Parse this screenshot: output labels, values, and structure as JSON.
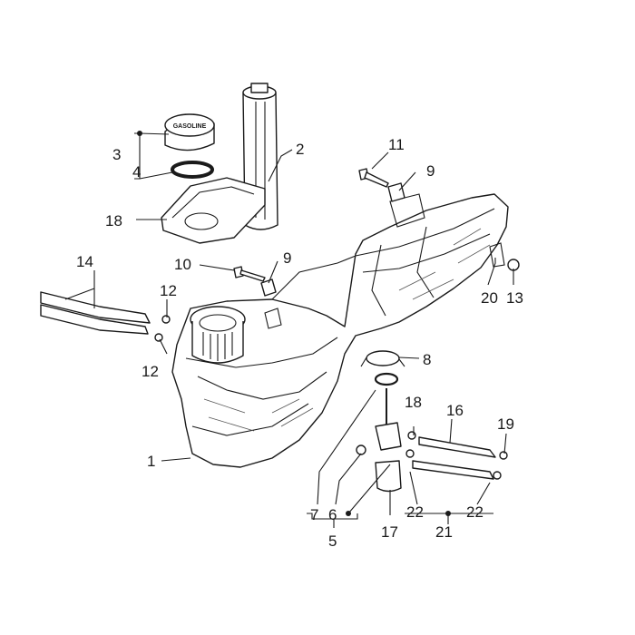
{
  "cap_text": "GASOLINE",
  "callouts": [
    {
      "id": "c1",
      "label": "1"
    },
    {
      "id": "c2",
      "label": "2"
    },
    {
      "id": "c3",
      "label": "3"
    },
    {
      "id": "c4",
      "label": "4"
    },
    {
      "id": "c5",
      "label": "5"
    },
    {
      "id": "c6",
      "label": "6"
    },
    {
      "id": "c7",
      "label": "7"
    },
    {
      "id": "c8",
      "label": "8"
    },
    {
      "id": "c9a",
      "label": "9"
    },
    {
      "id": "c9b",
      "label": "9"
    },
    {
      "id": "c10",
      "label": "10"
    },
    {
      "id": "c11",
      "label": "11"
    },
    {
      "id": "c12a",
      "label": "12"
    },
    {
      "id": "c12b",
      "label": "12"
    },
    {
      "id": "c13",
      "label": "13"
    },
    {
      "id": "c14",
      "label": "14"
    },
    {
      "id": "c16",
      "label": "16"
    },
    {
      "id": "c17",
      "label": "17"
    },
    {
      "id": "c18a",
      "label": "18"
    },
    {
      "id": "c18b",
      "label": "18"
    },
    {
      "id": "c19",
      "label": "19"
    },
    {
      "id": "c20",
      "label": "20"
    },
    {
      "id": "c21",
      "label": "21"
    },
    {
      "id": "c22a",
      "label": "22"
    },
    {
      "id": "c22b",
      "label": "22"
    }
  ]
}
